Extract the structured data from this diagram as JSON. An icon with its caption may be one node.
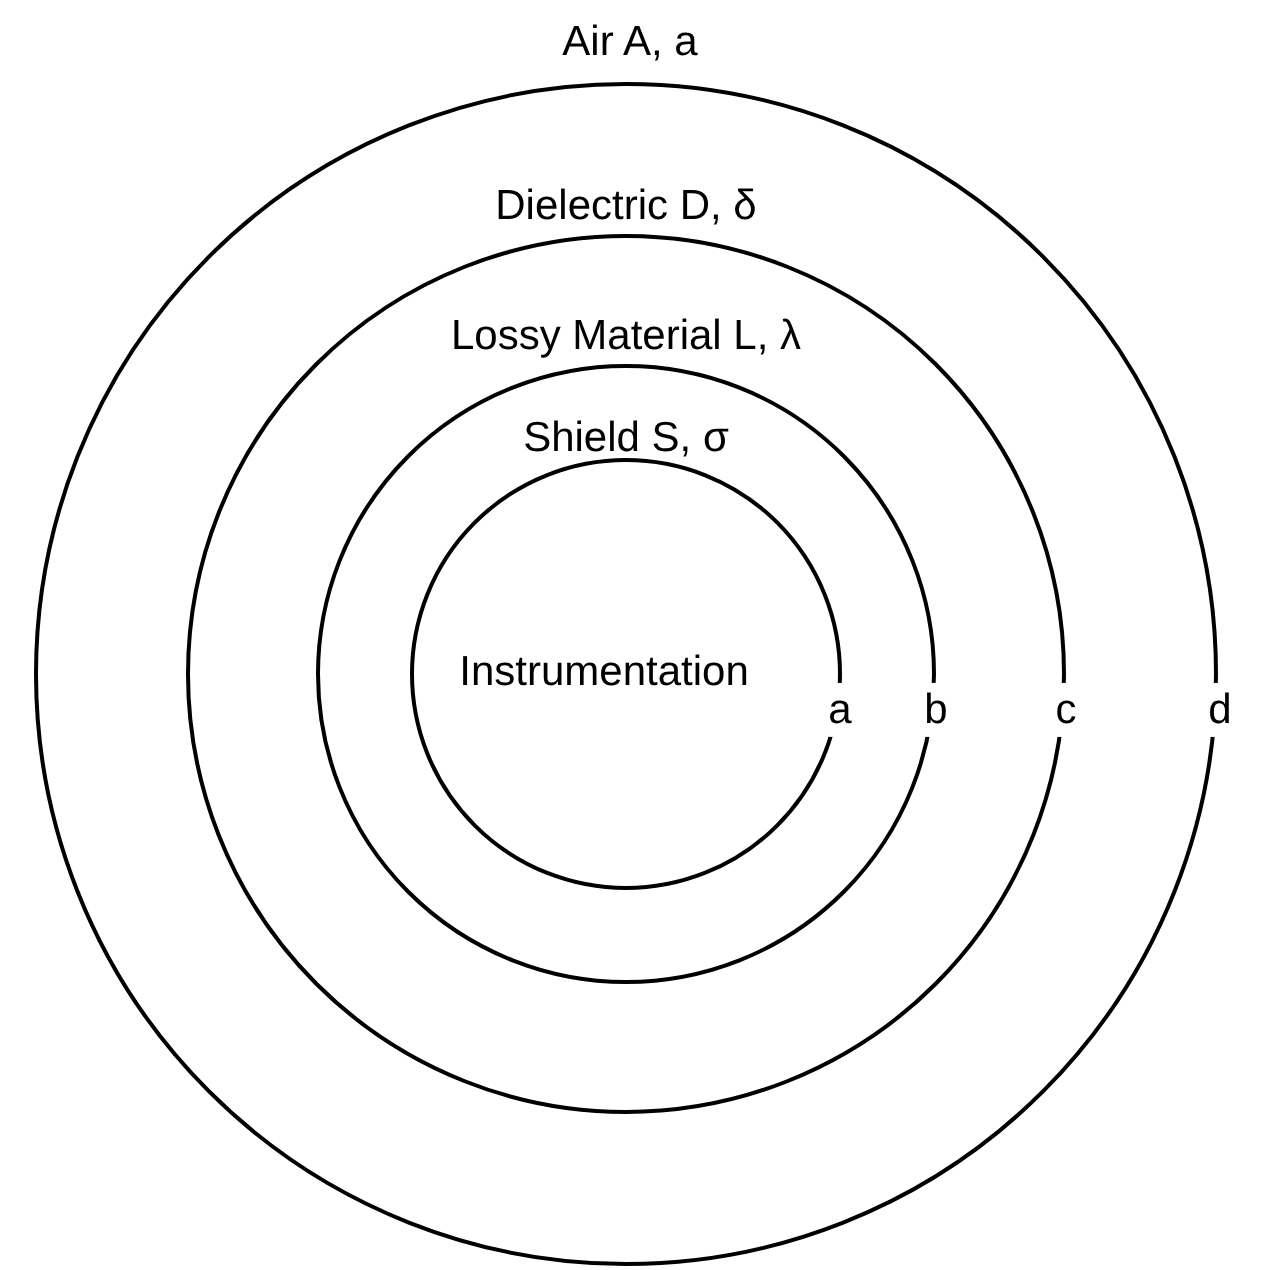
{
  "diagram": {
    "nodes": [
      {
        "text": [
          "Dielectric D, δ"
        ]
      },
      {
        "text": [
          "Lossy Material L, λ"
        ],
        "in": 0
      },
      {
        "text": [
          "Shield S, σ"
        ],
        "in": 1
      },
      {
        "text": [
          "Instrumentation"
        ],
        "in": 2
      }
    ],
    "labels": [
      "Air A, a",
      "a",
      "b",
      "c",
      "d"
    ]
  }
}
